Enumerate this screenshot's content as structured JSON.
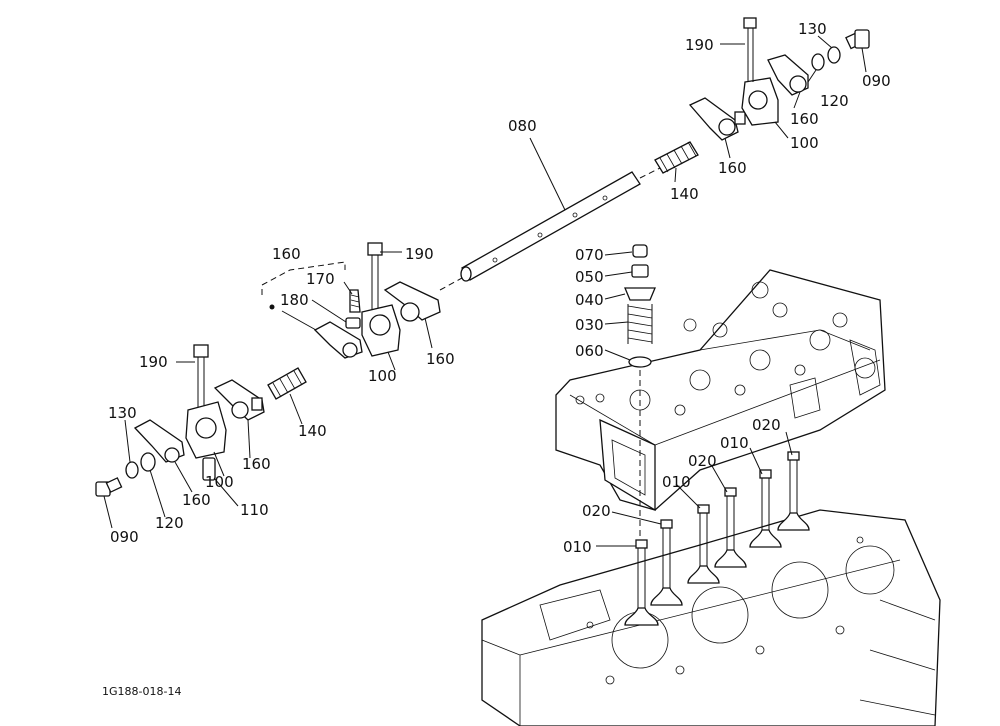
{
  "diagram": {
    "drawing_code": "1G188-018-14",
    "callouts": {
      "c010a": "010",
      "c010b": "010",
      "c010c": "010",
      "c020a": "020",
      "c020b": "020",
      "c020c": "020",
      "c030": "030",
      "c040": "040",
      "c050": "050",
      "c060": "060",
      "c070": "070",
      "c080": "080",
      "c090a": "090",
      "c090b": "090",
      "c100a": "100",
      "c100b": "100",
      "c100c": "100",
      "c110": "110",
      "c120a": "120",
      "c120b": "120",
      "c130a": "130",
      "c130b": "130",
      "c140a": "140",
      "c140b": "140",
      "c160a": "160",
      "c160b": "160",
      "c160c": "160",
      "c160d": "160",
      "c160e": "160",
      "c160f": "160",
      "c170": "170",
      "c180": "180",
      "c190a": "190",
      "c190b": "190",
      "c190c": "190"
    }
  },
  "colors": {
    "ink": "#111111",
    "paper": "#ffffff"
  }
}
